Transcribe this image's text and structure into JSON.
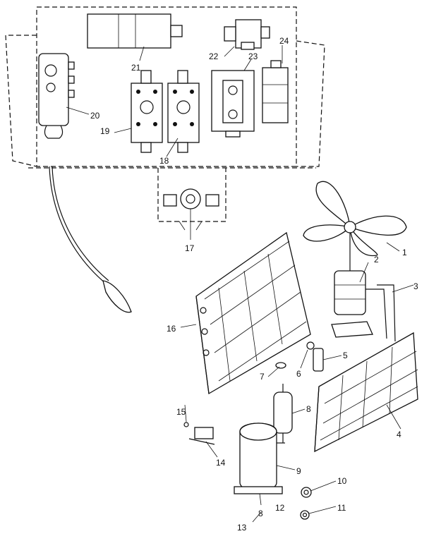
{
  "callouts": [
    {
      "id": "1",
      "label": "1"
    },
    {
      "id": "2",
      "label": "2"
    },
    {
      "id": "3",
      "label": "3"
    },
    {
      "id": "4",
      "label": "4"
    },
    {
      "id": "5",
      "label": "5"
    },
    {
      "id": "6",
      "label": "6"
    },
    {
      "id": "7",
      "label": "7"
    },
    {
      "id": "8a",
      "label": "8"
    },
    {
      "id": "8b",
      "label": "8"
    },
    {
      "id": "9",
      "label": "9"
    },
    {
      "id": "10",
      "label": "10"
    },
    {
      "id": "11",
      "label": "11"
    },
    {
      "id": "12",
      "label": "12"
    },
    {
      "id": "13",
      "label": "13"
    },
    {
      "id": "14",
      "label": "14"
    },
    {
      "id": "15",
      "label": "15"
    },
    {
      "id": "16",
      "label": "16"
    },
    {
      "id": "17",
      "label": "17"
    },
    {
      "id": "18",
      "label": "18"
    },
    {
      "id": "19",
      "label": "19"
    },
    {
      "id": "20",
      "label": "20"
    },
    {
      "id": "21",
      "label": "21"
    },
    {
      "id": "22",
      "label": "22"
    },
    {
      "id": "23",
      "label": "23"
    },
    {
      "id": "24",
      "label": "24"
    }
  ]
}
